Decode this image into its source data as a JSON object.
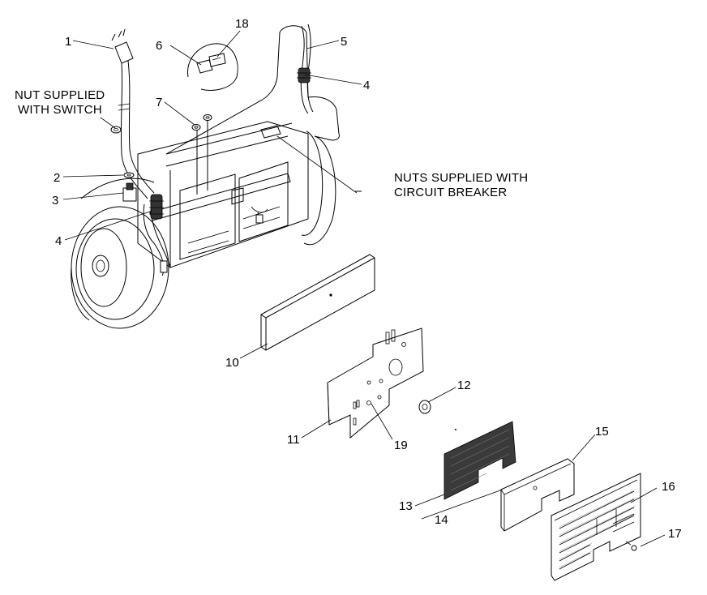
{
  "callouts": [
    {
      "id": "c1",
      "text": "1"
    },
    {
      "id": "c18",
      "text": "18"
    },
    {
      "id": "c6",
      "text": "6"
    },
    {
      "id": "c5",
      "text": "5"
    },
    {
      "id": "c4a",
      "text": "4"
    },
    {
      "id": "c7",
      "text": "7"
    },
    {
      "id": "c2",
      "text": "2"
    },
    {
      "id": "c3",
      "text": "3"
    },
    {
      "id": "c4b",
      "text": "4"
    },
    {
      "id": "c10",
      "text": "10"
    },
    {
      "id": "c12",
      "text": "12"
    },
    {
      "id": "c11",
      "text": "11"
    },
    {
      "id": "c19",
      "text": "19"
    },
    {
      "id": "c15",
      "text": "15"
    },
    {
      "id": "c16",
      "text": "16"
    },
    {
      "id": "c13",
      "text": "13"
    },
    {
      "id": "c14",
      "text": "14"
    },
    {
      "id": "c17",
      "text": "17"
    }
  ],
  "notes": {
    "switch_line1": "NUT SUPPLIED",
    "switch_line2": "WITH SWITCH",
    "breaker_line1": "NUTS SUPPLIED WITH",
    "breaker_line2": "CIRCUIT BREAKER"
  }
}
